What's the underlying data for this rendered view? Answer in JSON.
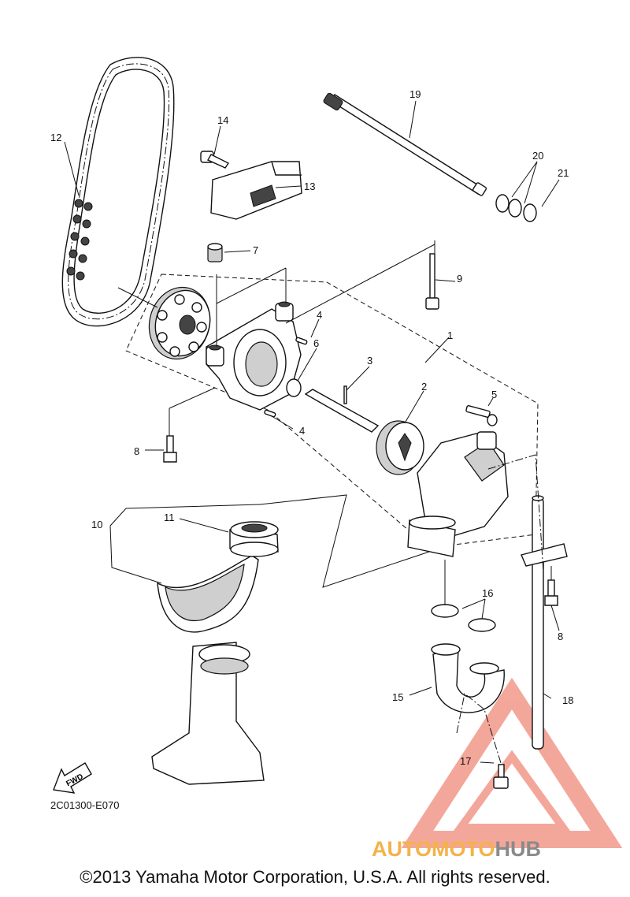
{
  "labels": {
    "p1": "1",
    "p2": "2",
    "p3": "3",
    "p4a": "4",
    "p4b": "4",
    "p5": "5",
    "p6": "6",
    "p7": "7",
    "p8a": "8",
    "p8b": "8",
    "p9": "9",
    "p10": "10",
    "p11": "11",
    "p12": "12",
    "p13": "13",
    "p14": "14",
    "p15": "15",
    "p16": "16",
    "p17": "17",
    "p18": "18",
    "p19": "19",
    "p20": "20",
    "p21": "21"
  },
  "fwd": "FWD",
  "ref_code": "2C01300-E070",
  "copyright": "©2013 Yamaha Motor Corporation, U.S.A. All rights reserved.",
  "watermark": {
    "part1": "AUTOMOTO",
    "part2": "HUB",
    "color1": "#f4b24a",
    "color2": "#8a8a8a",
    "triangle": "#f08a7a"
  },
  "colors": {
    "line": "#111111",
    "background": "#ffffff"
  }
}
